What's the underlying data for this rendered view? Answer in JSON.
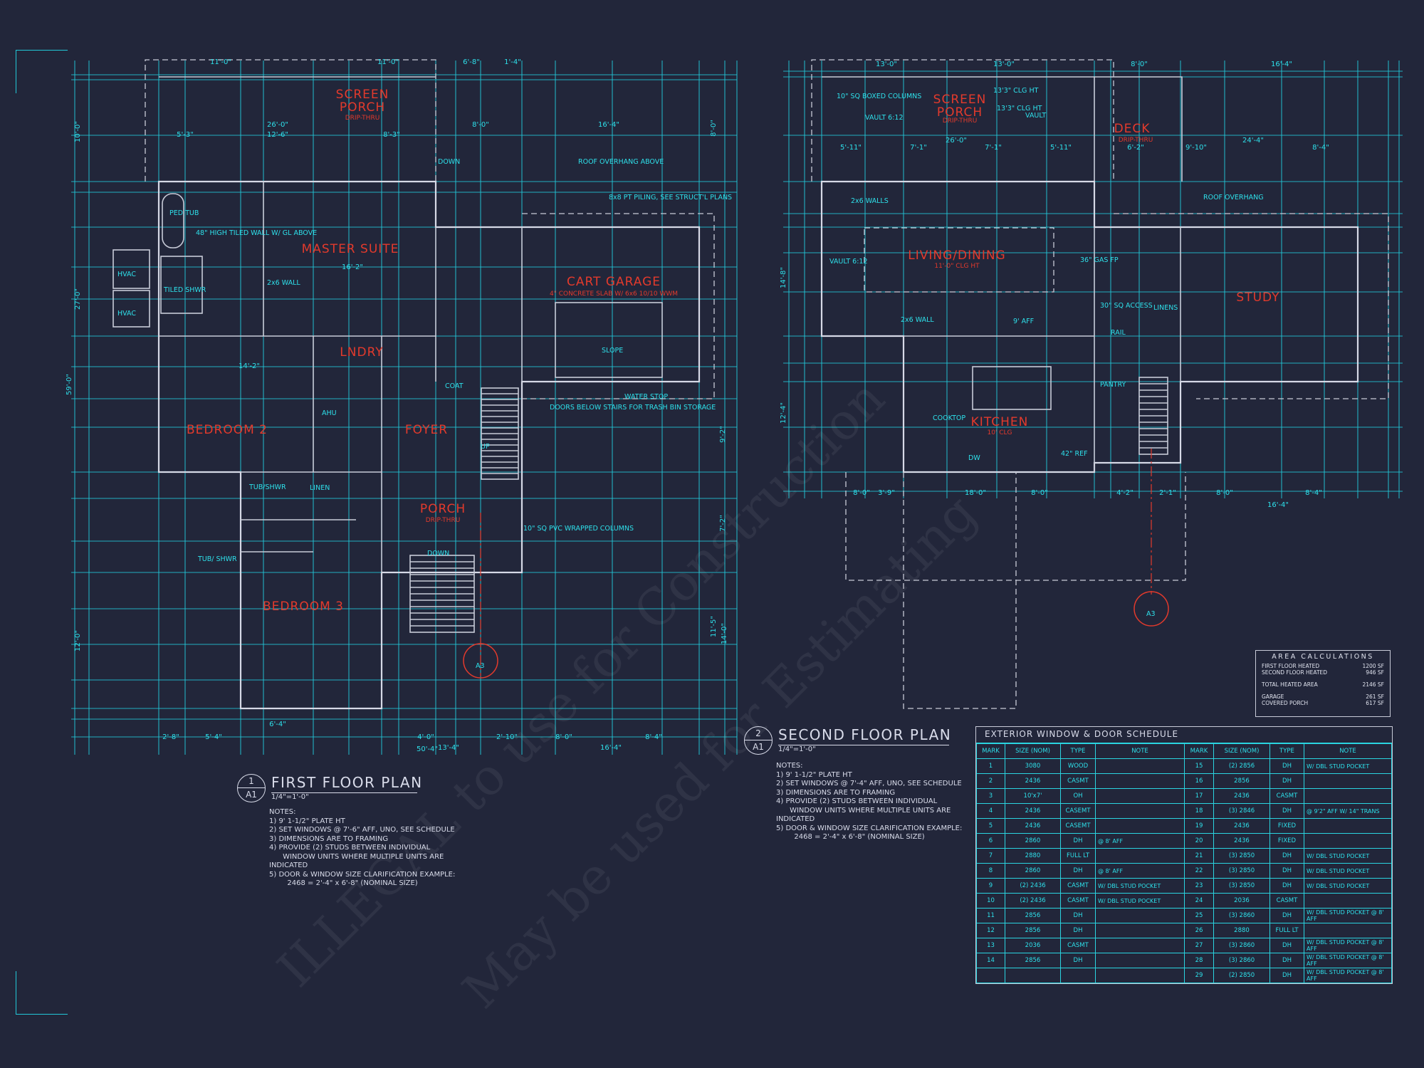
{
  "colors": {
    "background": "#22263a",
    "dimension_lines": "#22c8d8",
    "walls": "#d6d9e6",
    "room_labels": "#e33a2c"
  },
  "first_floor": {
    "title": "FIRST FLOOR PLAN",
    "detail_number": "1",
    "sheet": "A1",
    "scale": "1/4\"=1'-0\"",
    "notes_heading": "NOTES:",
    "notes": [
      "1) 9' 1-1/2\" PLATE HT",
      "2) SET WINDOWS @ 7'-6\" AFF, UNO, SEE SCHEDULE",
      "3) DIMENSIONS ARE TO FRAMING",
      "4) PROVIDE (2) STUDS BETWEEN INDIVIDUAL\n      WINDOW UNITS WHERE MULTIPLE UNITS ARE\nINDICATED",
      "5) DOOR & WINDOW SIZE CLARIFICATION EXAMPLE:\n        2468 = 2'-4\" x 6'-8\" (NOMINAL SIZE)"
    ],
    "rooms": [
      {
        "name": "SCREEN\nPORCH",
        "sub": "DRIP-THRU"
      },
      {
        "name": "MASTER SUITE",
        "sub": ""
      },
      {
        "name": "CART GARAGE",
        "sub": "4\" CONCRETE SLAB W/ 6x6 10/10 WWM"
      },
      {
        "name": "LNDRY",
        "sub": ""
      },
      {
        "name": "BEDROOM 2",
        "sub": ""
      },
      {
        "name": "FOYER",
        "sub": ""
      },
      {
        "name": "PORCH",
        "sub": "DRIP-THRU"
      },
      {
        "name": "BEDROOM 3",
        "sub": ""
      }
    ],
    "labels": [
      "ROOF OVERHANG ABOVE",
      "8x8 PT PILING, SEE STRUCT'L PLANS",
      "DOORS BELOW STAIRS FOR TRASH BIN STORAGE",
      "WATER STOP",
      "10\" SQ PVC WRAPPED COLUMNS",
      "PED TUB",
      "48\" HIGH TILED WALL W/ GL ABOVE",
      "TILED SHWR",
      "HVAC",
      "HVAC",
      "2x6 WALL",
      "TUB/SHWR",
      "LINEN",
      "TUB/ SHWR",
      "COAT",
      "DOWN",
      "UP",
      "DOWN",
      "SLOPE",
      "AHU",
      "A3"
    ],
    "dimensions": [
      "11'-0\"",
      "11'-0\"",
      "6'-8\"",
      "1'-4\"",
      "26'-0\"",
      "12'-6\"",
      "5'-3\"",
      "8'-3\"",
      "8'-0\"",
      "16'-4\"",
      "16'-2\"",
      "14'-2\"",
      "59'-0\"",
      "27'-0\"",
      "10'-0\"",
      "12'-0\"",
      "2'-8\"",
      "5'-4\"",
      "6'-4\"",
      "4'-0\"",
      "13'-4\"",
      "2'-10\"",
      "8'-0\"",
      "8'-4\"",
      "50'-4\"",
      "16'-4\"",
      "8'-0\"",
      "9'-2\"",
      "7'-2\"",
      "11'-5\"",
      "14'-0\""
    ]
  },
  "second_floor": {
    "title": "SECOND FLOOR PLAN",
    "detail_number": "2",
    "sheet": "A1",
    "scale": "1/4\"=1'-0\"",
    "notes_heading": "NOTES:",
    "notes": [
      "1) 9' 1-1/2\" PLATE HT",
      "2) SET WINDOWS @ 7'-4\" AFF, UNO, SEE SCHEDULE",
      "3) DIMENSIONS ARE TO FRAMING",
      "4) PROVIDE (2) STUDS BETWEEN INDIVIDUAL\n      WINDOW UNITS WHERE MULTIPLE UNITS ARE\nINDICATED",
      "5) DOOR & WINDOW SIZE CLARIFICATION EXAMPLE:\n        2468 = 2'-4\" x 6'-8\" (NOMINAL SIZE)"
    ],
    "rooms": [
      {
        "name": "SCREEN\nPORCH",
        "sub": "DRIP-THRU"
      },
      {
        "name": "DECK",
        "sub": "DRIP-THRU"
      },
      {
        "name": "LIVING/DINING",
        "sub": "11'-0\" CLG HT"
      },
      {
        "name": "STUDY",
        "sub": ""
      },
      {
        "name": "KITCHEN",
        "sub": "10' CLG"
      }
    ],
    "labels": [
      "10\" SQ BOXED COLUMNS",
      "VAULT 6:12",
      "VAULT",
      "13'3\" CLG HT",
      "13'3\" CLG HT",
      "2x6 WALLS",
      "VAULT 6:12",
      "2x6 WALL",
      "9' AFF",
      "ROOF OVERHANG",
      "36\" GAS FP",
      "30\" SQ ACCESS",
      "PANTRY",
      "COOKTOP",
      "DW",
      "42\" REF",
      "LINENS",
      "RAIL",
      "A3"
    ],
    "dimensions": [
      "13'-0\"",
      "13'-0\"",
      "8'-0\"",
      "16'-4\"",
      "26'-0\"",
      "5'-11\"",
      "7'-1\"",
      "7'-1\"",
      "5'-11\"",
      "6'-2\"",
      "9'-10\"",
      "24'-4\"",
      "8'-4\"",
      "8'-0\"",
      "3'-9\"",
      "18'-0\"",
      "8'-0\"",
      "4'-2\"",
      "2'-1\"",
      "8'-0\"",
      "8'-4\"",
      "16'-4\"",
      "14'-8\"",
      "12'-4\""
    ]
  },
  "area_calculations": {
    "title": "AREA CALCULATIONS",
    "rows": [
      {
        "label": "FIRST FLOOR HEATED",
        "value": "1200 SF"
      },
      {
        "label": "SECOND FLOOR HEATED",
        "value": "946 SF"
      },
      {
        "label": "TOTAL HEATED AREA",
        "value": "2146 SF"
      },
      {
        "label": "GARAGE",
        "value": "261 SF"
      },
      {
        "label": "COVERED PORCH",
        "value": "617 SF"
      }
    ]
  },
  "schedule": {
    "title": "EXTERIOR WINDOW & DOOR SCHEDULE",
    "headers": [
      "MARK",
      "SIZE (NOM)",
      "TYPE",
      "NOTE",
      "MARK",
      "SIZE (NOM)",
      "TYPE",
      "NOTE"
    ],
    "rows": [
      [
        "1",
        "3080",
        "WOOD",
        "",
        "15",
        "(2) 2856",
        "DH",
        "W/ DBL STUD POCKET"
      ],
      [
        "2",
        "2436",
        "CASMT",
        "",
        "16",
        "2856",
        "DH",
        ""
      ],
      [
        "3",
        "10'x7'",
        "OH",
        "",
        "17",
        "2436",
        "CASMT",
        ""
      ],
      [
        "4",
        "2436",
        "CASEMT",
        "",
        "18",
        "(3) 2846",
        "DH",
        "@ 9'2\" AFF  W/ 14\" TRANS"
      ],
      [
        "5",
        "2436",
        "CASEMT",
        "",
        "19",
        "2436",
        "FIXED",
        ""
      ],
      [
        "6",
        "2860",
        "DH",
        "@ 8' AFF",
        "20",
        "2436",
        "FIXED",
        ""
      ],
      [
        "7",
        "2880",
        "FULL LT",
        "",
        "21",
        "(3) 2850",
        "DH",
        "W/ DBL STUD POCKET"
      ],
      [
        "8",
        "2860",
        "DH",
        "@ 8' AFF",
        "22",
        "(3) 2850",
        "DH",
        "W/ DBL STUD POCKET"
      ],
      [
        "9",
        "(2) 2436",
        "CASMT",
        "W/ DBL STUD POCKET",
        "23",
        "(3) 2850",
        "DH",
        "W/ DBL STUD POCKET"
      ],
      [
        "10",
        "(2) 2436",
        "CASMT",
        "W/ DBL STUD POCKET",
        "24",
        "2036",
        "CASMT",
        ""
      ],
      [
        "11",
        "2856",
        "DH",
        "",
        "25",
        "(3) 2860",
        "DH",
        "W/ DBL STUD POCKET @ 8' AFF"
      ],
      [
        "12",
        "2856",
        "DH",
        "",
        "26",
        "2880",
        "FULL LT",
        ""
      ],
      [
        "13",
        "2036",
        "CASMT",
        "",
        "27",
        "(3) 2860",
        "DH",
        "W/ DBL STUD POCKET @ 8' AFF"
      ],
      [
        "14",
        "2856",
        "DH",
        "",
        "28",
        "(3) 2860",
        "DH",
        "W/ DBL STUD POCKET @ 8' AFF"
      ],
      [
        "",
        "",
        "",
        "",
        "29",
        "(2) 2850",
        "DH",
        "W/ DBL STUD POCKET @ 8' AFF"
      ]
    ]
  }
}
